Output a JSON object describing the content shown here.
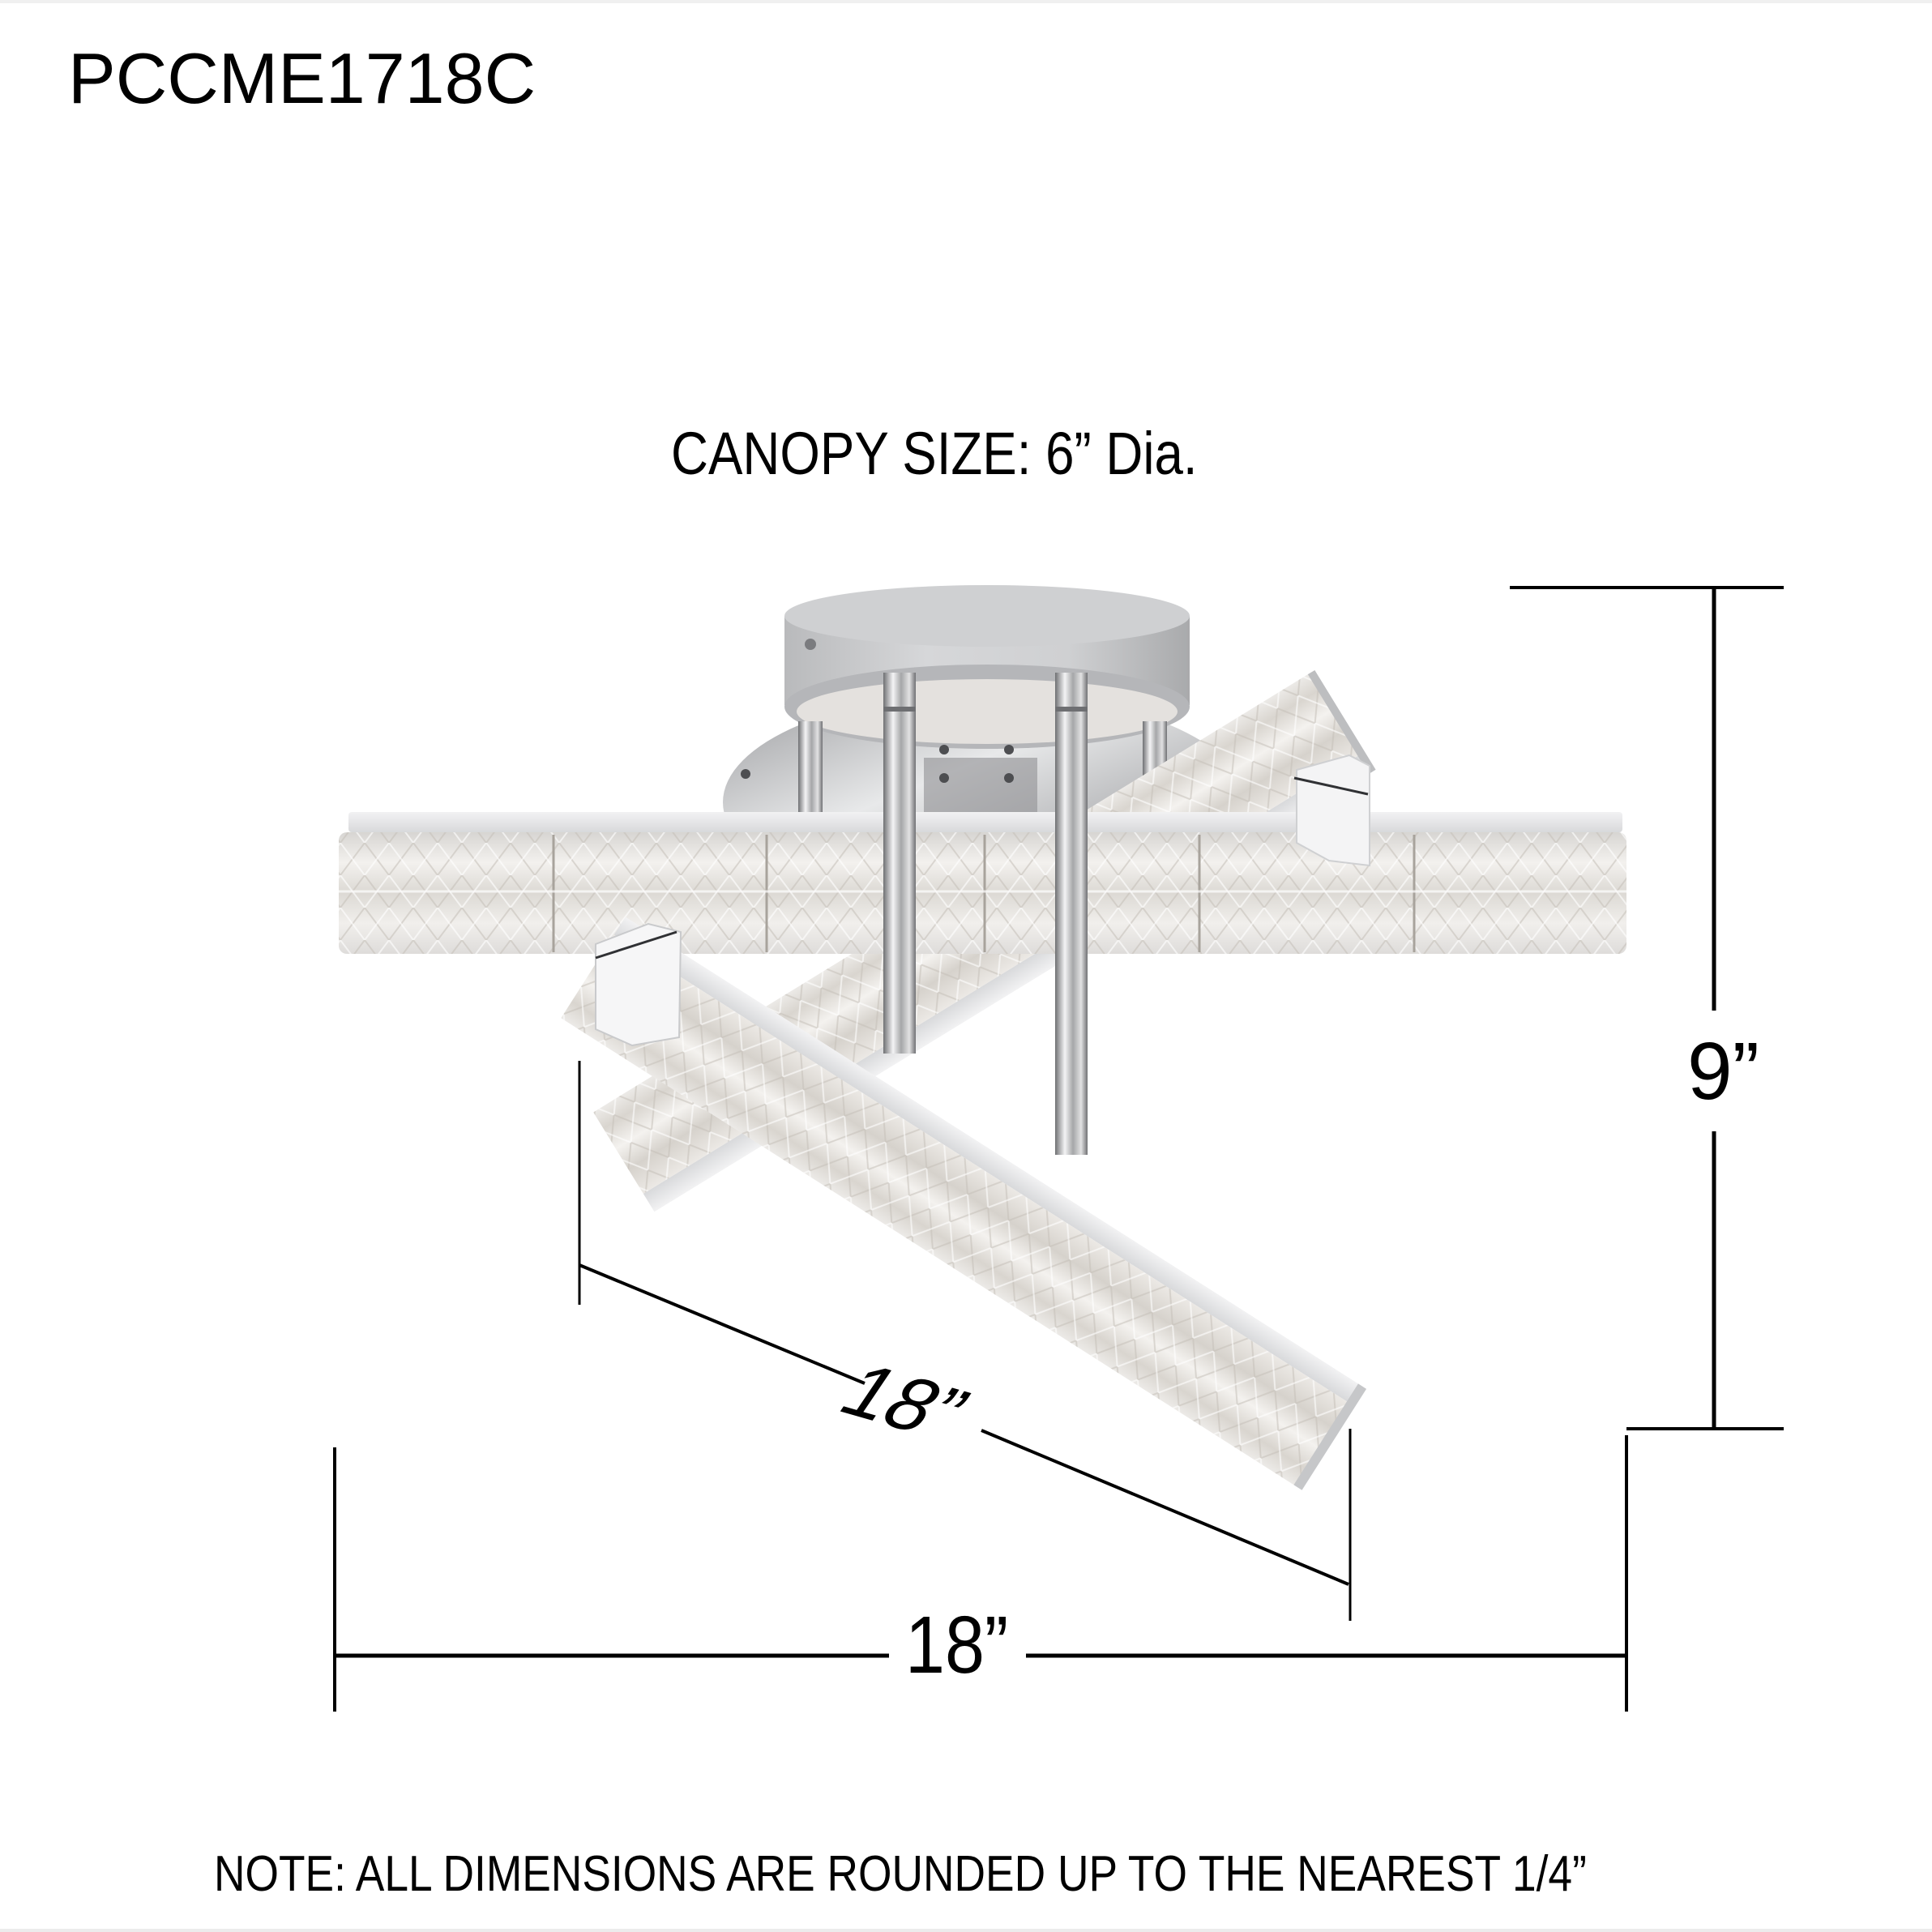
{
  "sheet": {
    "model_number": "PCCME1718C",
    "canopy_label": "CANOPY SIZE: 6” Dia.",
    "note": "NOTE: ALL DIMENSIONS ARE ROUNDED UP TO THE NEAREST 1/4”"
  },
  "dimensions": {
    "height": {
      "label": "9”",
      "orientation": "vertical"
    },
    "width": {
      "label": "18”",
      "orientation": "horizontal"
    },
    "diagonal_arm_length": {
      "label": "18”",
      "orientation": "diagonal"
    }
  },
  "product_image": {
    "description": "Chrome flush-mount ceiling fixture with round canopy, two chrome stems, one horizontal crystal bar and two crossing diagonal crystal bars",
    "finish_color": "#c9cacc",
    "crystal_color": "#e9e7e4"
  },
  "colors": {
    "line": "#000000",
    "background": "#ffffff"
  }
}
